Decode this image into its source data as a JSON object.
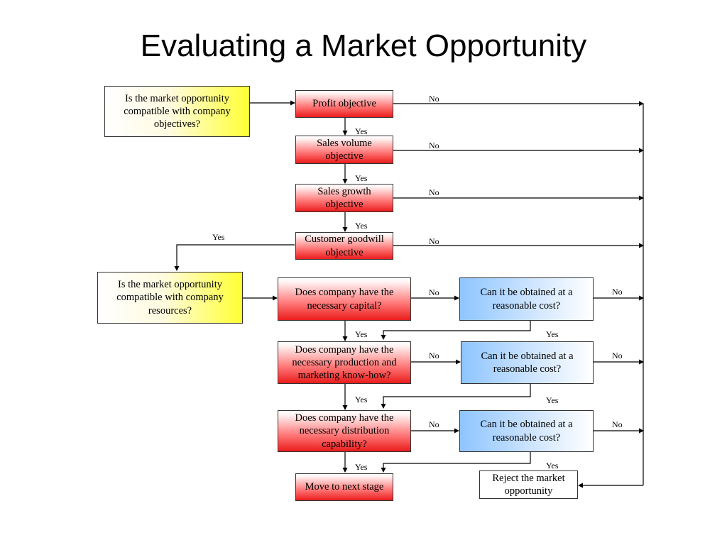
{
  "title": "Evaluating a Market Opportunity",
  "nodes": {
    "q_objectives": "Is the market opportunity compatible with company objectives?",
    "profit": "Profit objective",
    "sales_volume": "Sales volume objective",
    "sales_growth": "Sales growth objective",
    "goodwill": "Customer goodwill objective",
    "q_resources": "Is the market opportunity compatible with company resources?",
    "capital": "Does company have the necessary capital?",
    "knowhow": "Does company have the necessary production and marketing know-how?",
    "distribution": "Does company have the necessary distribution capability?",
    "cost1": "Can it be obtained at a reasonable cost?",
    "cost2": "Can it be obtained at a reasonable cost?",
    "cost3": "Can it be obtained at a reasonable cost?",
    "next_stage": "Move to next stage",
    "reject": "Reject the market opportunity"
  },
  "labels": {
    "yes": "Yes",
    "no": "No"
  },
  "colors": {
    "red_fill": "#ea1c1c",
    "blue_fill": "#8ec5ff",
    "yellow_fill": "#ffff33",
    "line": "#000000"
  }
}
